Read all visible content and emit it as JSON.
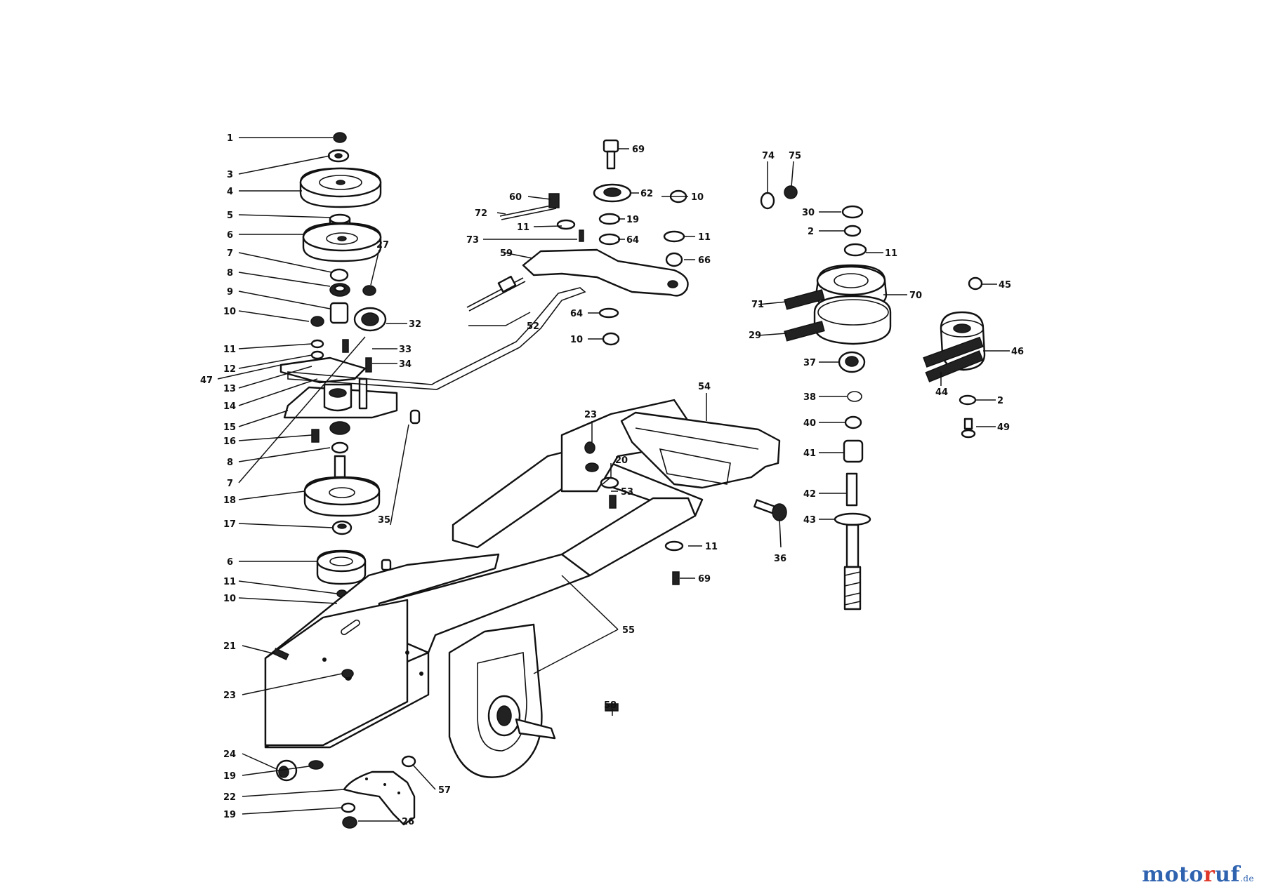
{
  "callouts": {
    "left_column": [
      "1",
      "3",
      "4",
      "5",
      "6",
      "7",
      "8",
      "9",
      "10",
      "11",
      "12",
      "47",
      "13",
      "14",
      "15",
      "16",
      "8",
      "7",
      "18",
      "17",
      "6",
      "11",
      "10",
      "21",
      "23",
      "24",
      "19",
      "22",
      "19",
      "26"
    ],
    "center": [
      "27",
      "32",
      "33",
      "34",
      "35",
      "52",
      "60",
      "72",
      "11",
      "73",
      "59",
      "69",
      "62",
      "19",
      "64",
      "10",
      "11",
      "66",
      "64",
      "10",
      "54",
      "23",
      "20",
      "53",
      "11",
      "69",
      "55",
      "36",
      "58",
      "57"
    ],
    "right": [
      "74",
      "75",
      "30",
      "2",
      "11",
      "71",
      "70",
      "29",
      "45",
      "37",
      "46",
      "44",
      "38",
      "2",
      "40",
      "49",
      "41",
      "42",
      "43"
    ]
  },
  "brand": {
    "part1": "moto",
    "part2": "r",
    "part3": "uf",
    "part4": ".de"
  }
}
